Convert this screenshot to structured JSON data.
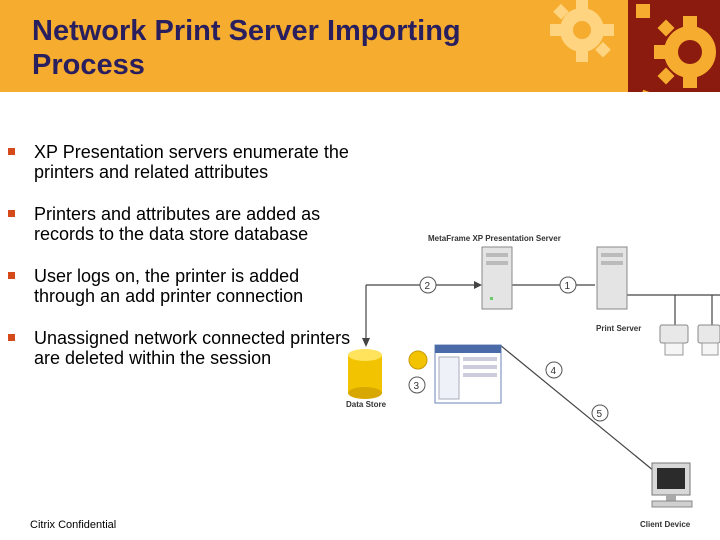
{
  "slide": {
    "title": "Network Print Server Importing Process",
    "bullets": [
      "XP Presentation servers enumerate the printers and related attributes",
      "Printers and attributes are added as records to the data store database",
      "User logs on, the printer is added through an add printer connection",
      "Unassigned network connected printers are deleted within the session"
    ],
    "footer": "Citrix Confidential"
  },
  "diagram": {
    "labels": {
      "presentation_server": "MetaFrame XP Presentation Server",
      "print_server": "Print Server",
      "data_store": "Data Store",
      "client_device": "Client Device"
    },
    "steps": [
      "1",
      "2",
      "3",
      "4",
      "5"
    ]
  },
  "colors": {
    "header_bar": "#f5ac2f",
    "title_text": "#2a1f5e",
    "bullet_mark": "#d44a1a",
    "gear_dark": "#8b1b0e",
    "gear_light": "#ffd98a"
  }
}
